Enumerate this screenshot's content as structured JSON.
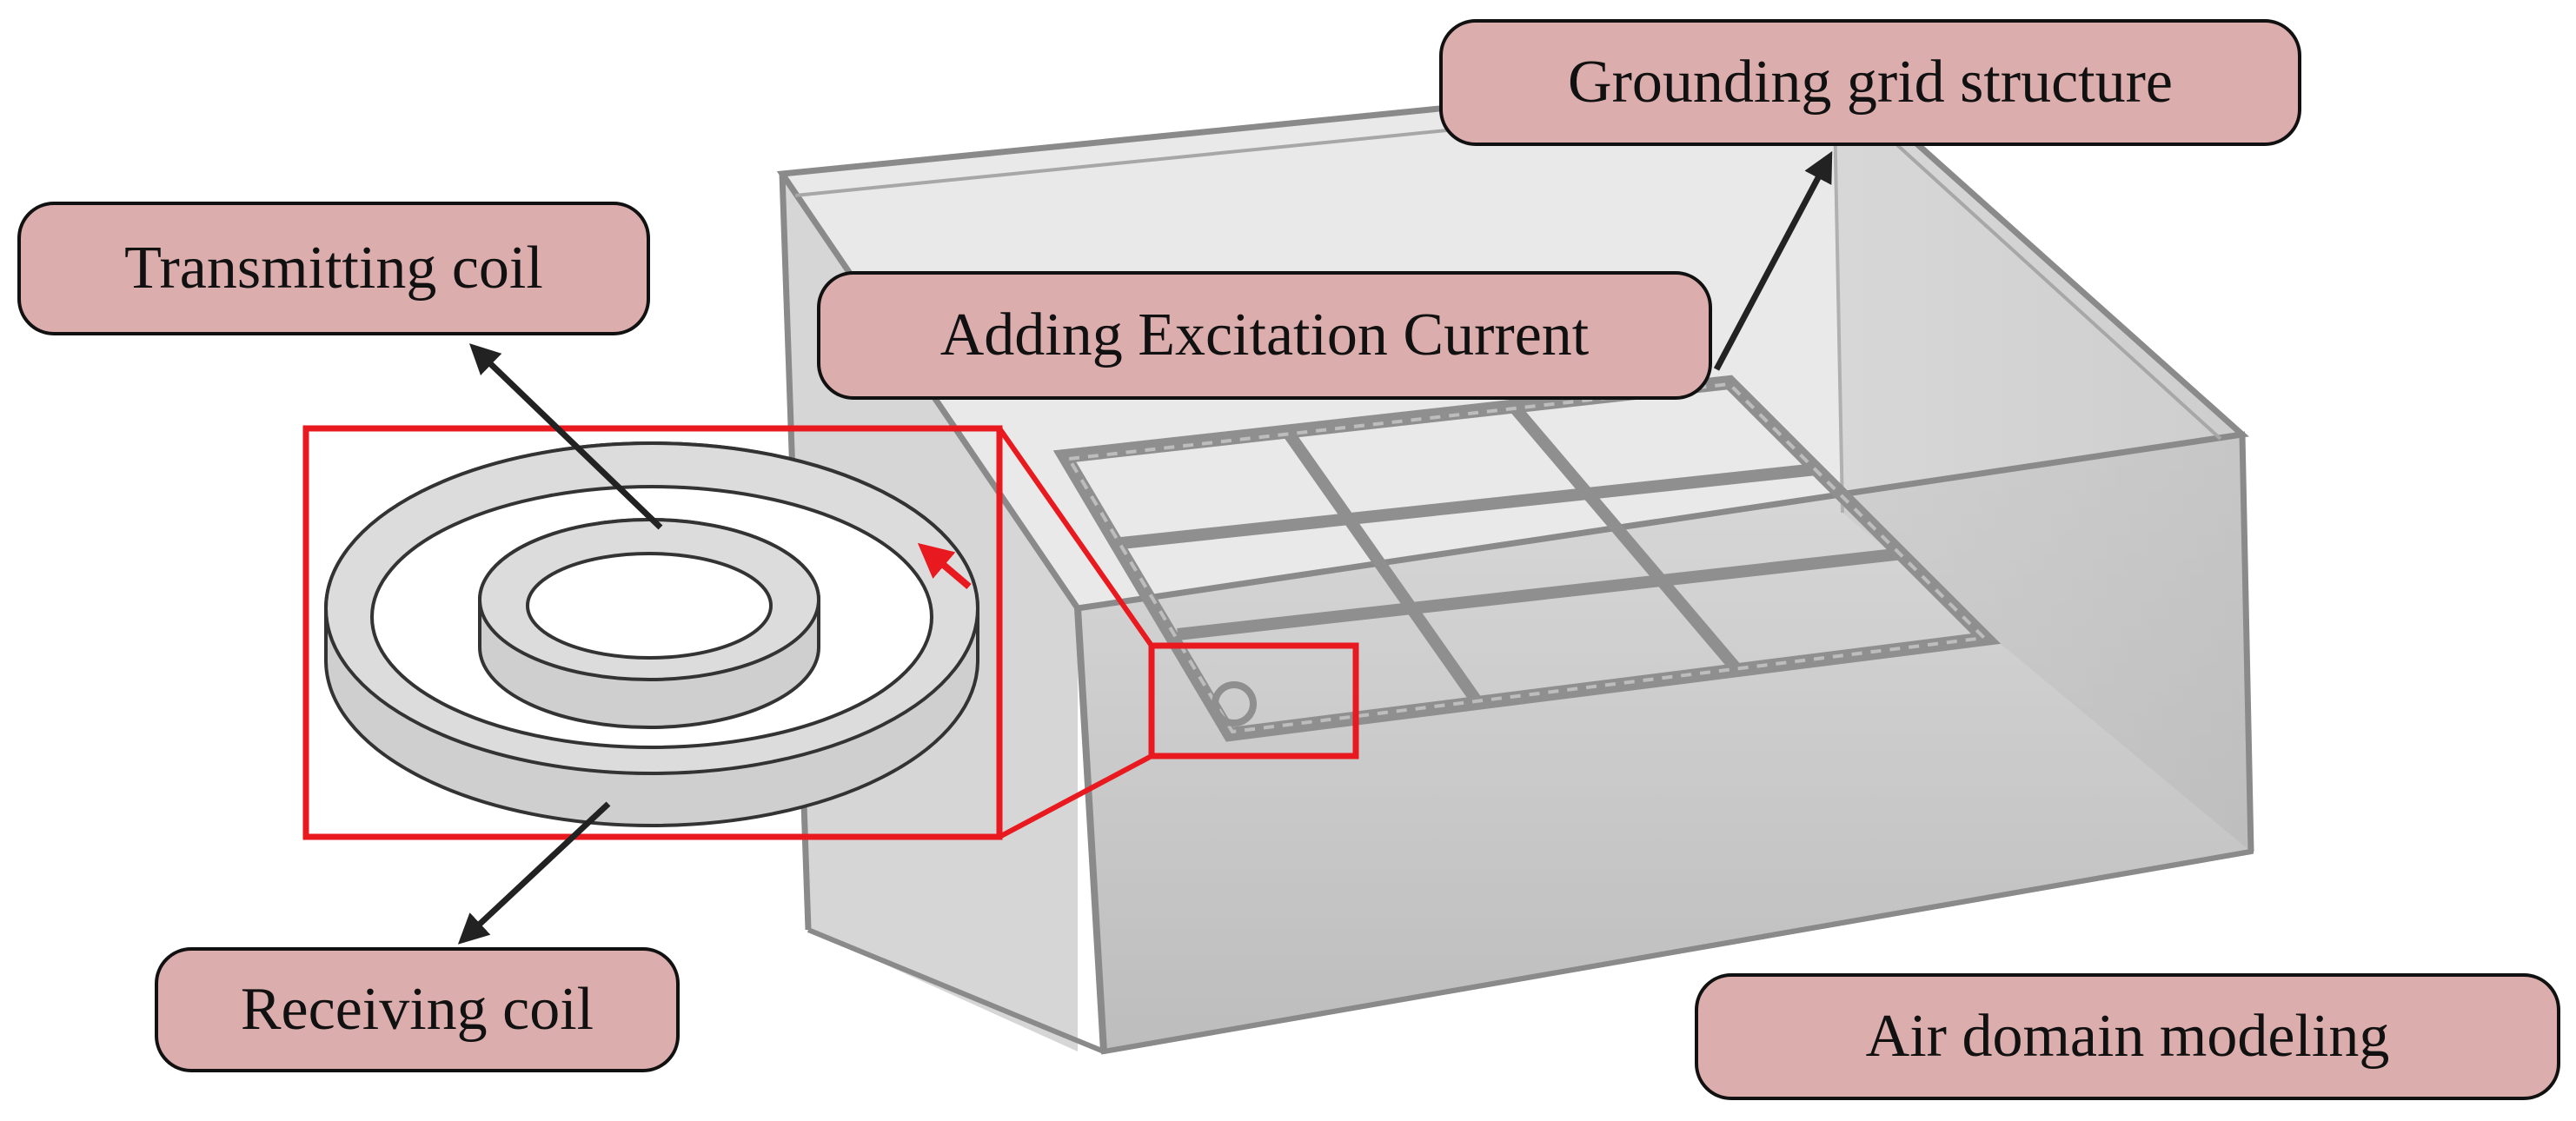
{
  "labels": {
    "grounding_grid": "Grounding grid structure",
    "transmitting_coil": "Transmitting coil",
    "excitation_current": "Adding Excitation Current",
    "receiving_coil": "Receiving coil",
    "air_domain": "Air domain modeling"
  },
  "colors": {
    "label_fill": "#dbadac",
    "label_border": "#111111",
    "highlight": "#e8191f",
    "arrow": "#222222",
    "coil_fill": "#d9d9d9",
    "box_face": "#cfcfcf"
  }
}
